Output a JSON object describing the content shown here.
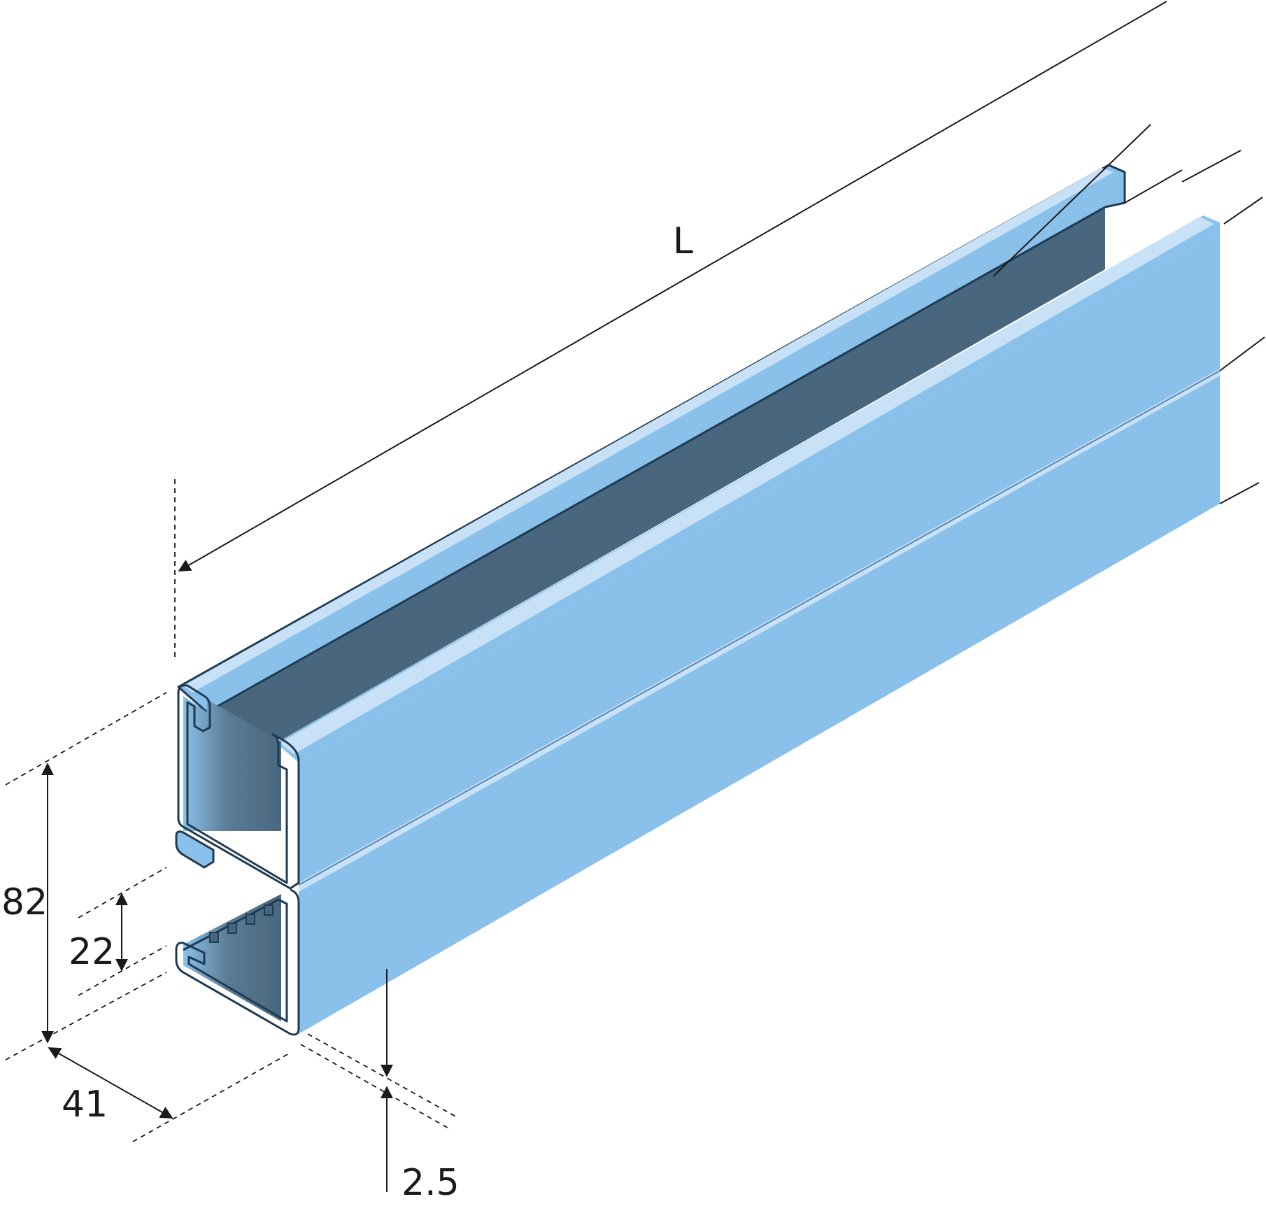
{
  "drawing": {
    "colors": {
      "steel_face": "#89c1eb",
      "steel_highlight": "#c8e1f7",
      "interior": "#48677e",
      "outline": "#1f3b52",
      "dimension": "#1a1a1a"
    },
    "labels": {
      "length": "L",
      "height": "82",
      "slot_height": "22",
      "width": "41",
      "thickness": "2.5"
    }
  }
}
